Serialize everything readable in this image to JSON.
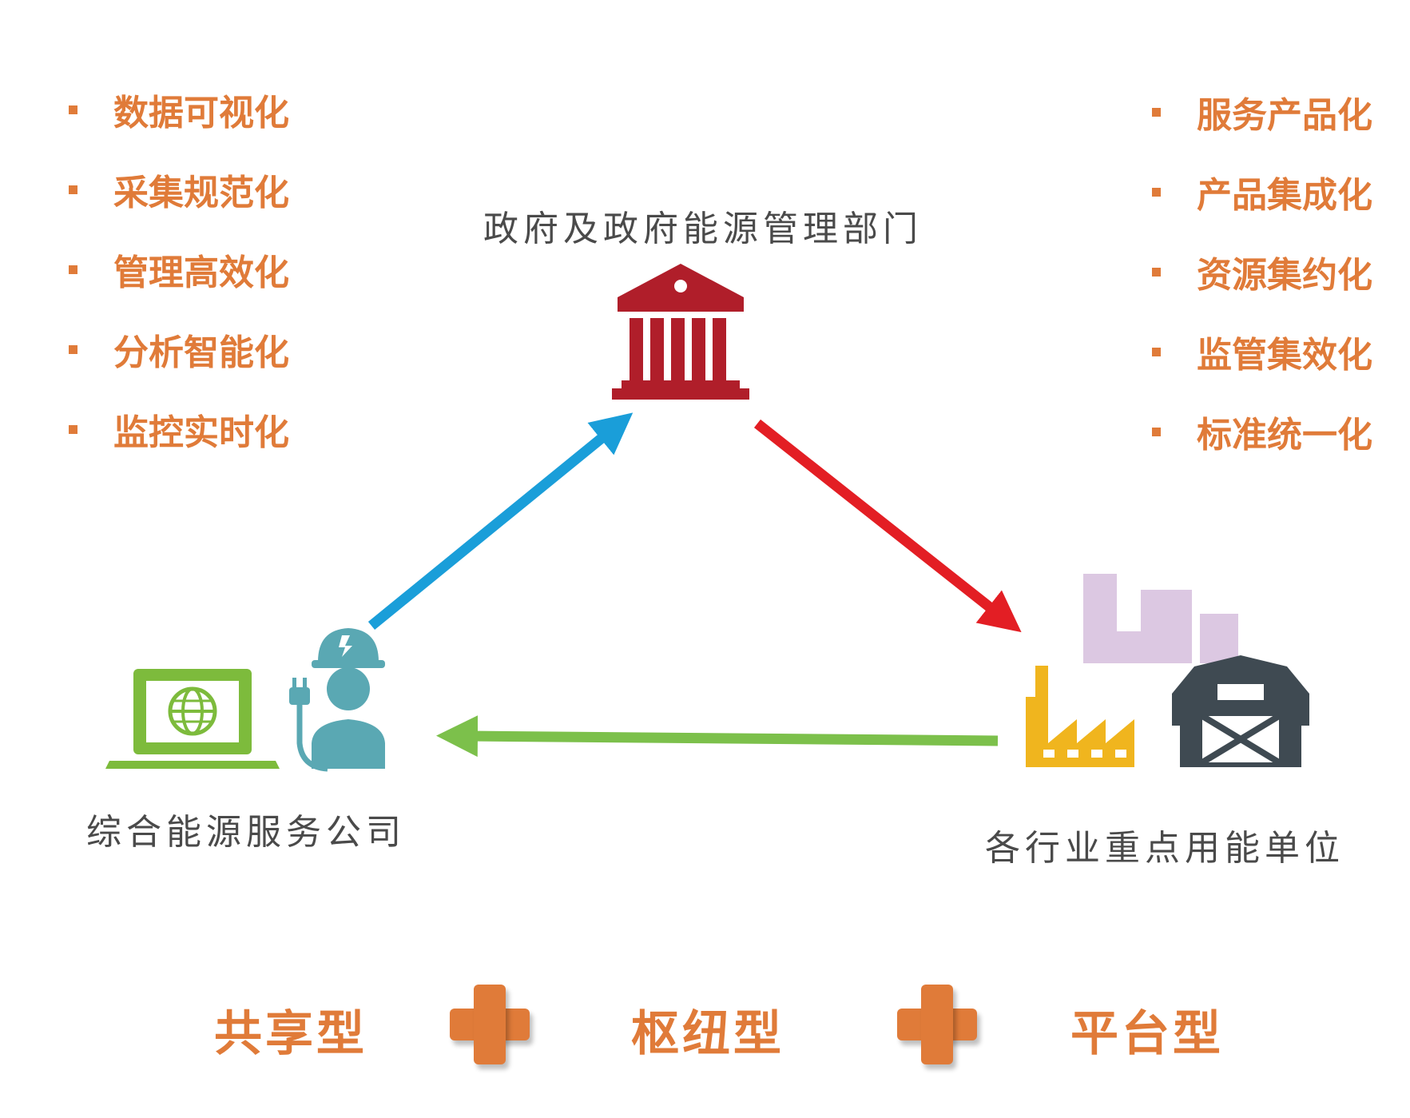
{
  "left_features": [
    "数据可视化",
    "采集规范化",
    "管理高效化",
    "分析智能化",
    "监控实时化"
  ],
  "right_features": [
    "服务产品化",
    "产品集成化",
    "资源集约化",
    "监管集效化",
    "标准统一化"
  ],
  "nodes": {
    "government": "政府及政府能源管理部门",
    "service_company": "综合能源服务公司",
    "industry_units": "各行业重点用能单位"
  },
  "arrows": {
    "company_to_government": "#1a9ed9",
    "government_to_units": "#e31e24",
    "units_to_company": "#7cc04b"
  },
  "icons": [
    "government-building-icon",
    "laptop-globe-icon",
    "engineer-plug-icon",
    "factory-icon",
    "city-buildings-icon",
    "barn-icon",
    "plus-icon"
  ],
  "bottom_models": [
    "共享型",
    "枢纽型",
    "平台型"
  ],
  "colors": {
    "accent": "#e07b39",
    "government": "#b01e2a",
    "worker": "#5aa8b3",
    "laptop": "#7dbb3c",
    "factory": "#f0b51e",
    "barn": "#3f4a52",
    "buildings": "#dcc8e2"
  }
}
